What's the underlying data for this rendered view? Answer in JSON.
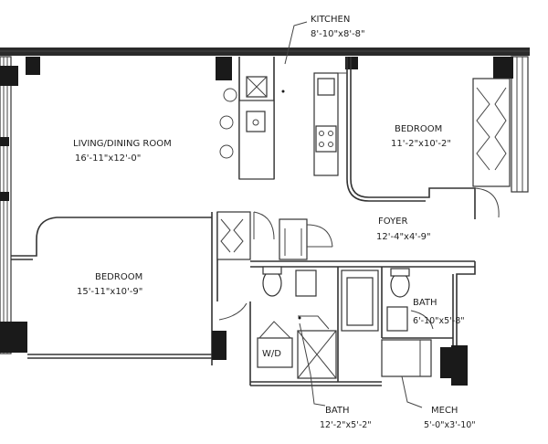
{
  "rooms": {
    "kitchen": {
      "name": "KITCHEN",
      "dims": "8'-10\"x8'-8\""
    },
    "living": {
      "name": "LIVING/DINING ROOM",
      "dims": "16'-11\"x12'-0\""
    },
    "bedroom1": {
      "name": "BEDROOM",
      "dims": "11'-2\"x10'-2\""
    },
    "foyer": {
      "name": "FOYER",
      "dims": "12'-4\"x4'-9\""
    },
    "bedroom2": {
      "name": "BEDROOM",
      "dims": "15'-11\"x10'-9\""
    },
    "bath1": {
      "name": "BATH",
      "dims": "6'-10\"x5'-8\""
    },
    "bath2": {
      "name": "BATH",
      "dims": "12'-2\"x5'-2\""
    },
    "mech": {
      "name": "MECH",
      "dims": "5'-0\"x3'-10\""
    }
  },
  "fixtures": {
    "washer_dryer": "W/D"
  }
}
